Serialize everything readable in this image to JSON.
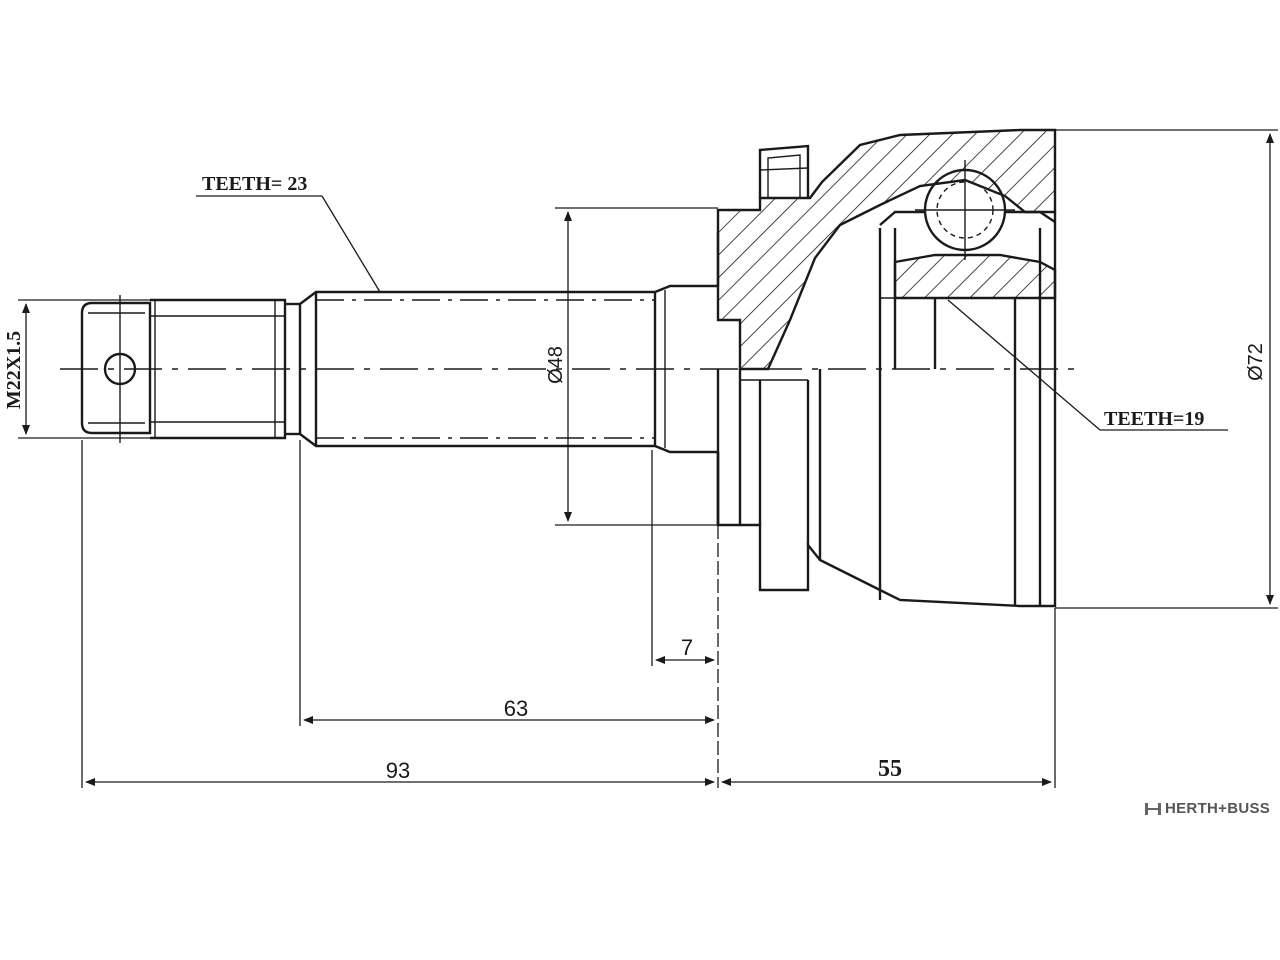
{
  "labels": {
    "teeth_shaft": "TEETH= 23",
    "teeth_bore": "TEETH=19",
    "thread": "M22X1.5",
    "dia_shaft": "Ø48",
    "dia_body": "Ø72"
  },
  "dimensions": {
    "d7": "7",
    "d63": "63",
    "d93": "93",
    "d55": "55"
  },
  "brand": {
    "name": "HERTH+BUSS"
  }
}
